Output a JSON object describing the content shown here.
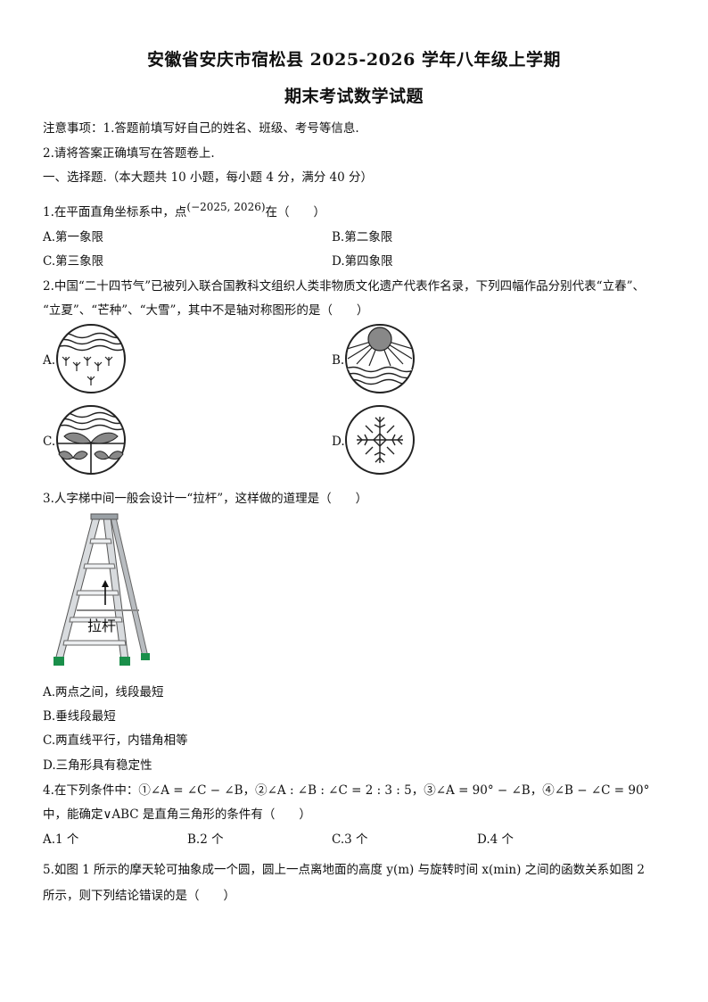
{
  "title_line1": "安徽省安庆市宿松县 2025-2026 学年八年级上学期",
  "title_line2": "期末考试数学试题",
  "notice1": "注意事项：1.答题前填写好自己的姓名、班级、考号等信息.",
  "notice2": "2.请将答案正确填写在答题卷上.",
  "section1": "一、选择题.（本大题共 10 小题，每小题 4 分，满分 40 分）",
  "q1": {
    "stem_a": "1.在平面直角坐标系中，点",
    "point": "(−2025, 2026)",
    "stem_b": "在（　　）",
    "options": [
      "A.第一象限",
      "B.第二象限",
      "C.第三象限",
      "D.第四象限"
    ]
  },
  "q2": {
    "stem1": "2.中国“二十四节气”已被列入联合国教科文组织人类非物质文化遗产代表作名录，下列四幅作品分别代表“立春”、",
    "stem2": "“立夏”、“芒种”、“大雪”，其中不是轴对称图形的是（　　）",
    "labels": [
      "A.",
      "B.",
      "C.",
      "D."
    ]
  },
  "q3": {
    "stem": "3.人字梯中间一般会设计一“拉杆”，这样做的道理是（　　）",
    "ladder_label": "拉杆",
    "options": [
      "A.两点之间，线段最短",
      "B.垂线段最短",
      "C.两直线平行，内错角相等",
      "D.三角形具有稳定性"
    ]
  },
  "q4": {
    "stem1": "4.在下列条件中：①∠A = ∠C − ∠B，②∠A : ∠B : ∠C = 2 : 3 : 5，③∠A = 90° − ∠B，④∠B − ∠C = 90°",
    "stem2": "中，能确定∨ABC 是直角三角形的条件有（　　）",
    "options": [
      "A.1 个",
      "B.2 个",
      "C.3 个",
      "D.4 个"
    ]
  },
  "q5": {
    "stem1": "5.如图 1 所示的摩天轮可抽象成一个圆，圆上一点离地面的高度 y(m) 与旋转时间 x(min) 之间的函数关系如图 2",
    "stem2": "所示，则下列结论错误的是（　　）"
  }
}
